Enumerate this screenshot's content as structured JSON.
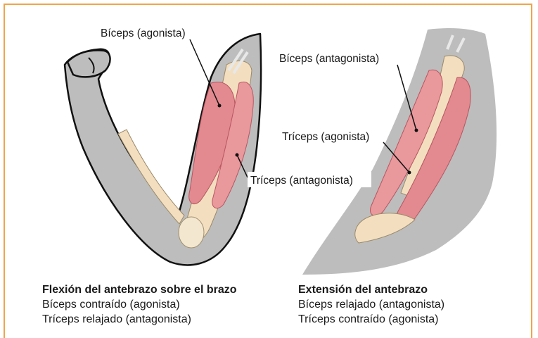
{
  "labels": {
    "biceps_agonista": "Bíceps (agonista)",
    "biceps_antagonista": "Bíceps (antagonista)",
    "triceps_agonista": "Tríceps (agonista)",
    "triceps_antagonista": "Tríceps (antagonista)"
  },
  "captions": {
    "left": {
      "title": "Flexión del antebrazo sobre el brazo",
      "line1": "Bíceps contraído (agonista)",
      "line2": "Tríceps relajado (antagonista)"
    },
    "right": {
      "title": "Extensión del antebrazo",
      "line1": "Bíceps relajado (antagonista)",
      "line2": "Tríceps contraído (agonista)"
    }
  },
  "colors": {
    "frame": "#f0a44a",
    "skin": "#b9b9b9",
    "muscle": "#e28a8f",
    "bone": "#f3dfc0"
  }
}
